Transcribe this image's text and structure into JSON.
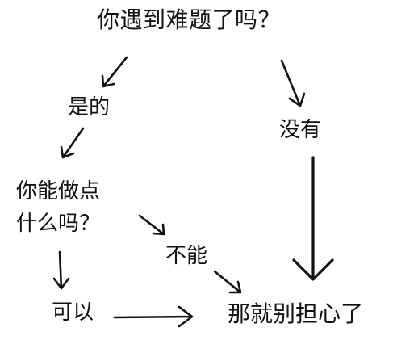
{
  "flowchart": {
    "root_question": "你遇到难题了吗？",
    "branch_yes": "是的",
    "branch_no": "没有",
    "question_can_line1": "你能做点",
    "question_can_line2": "什么吗？",
    "branch_cannot": "不能",
    "branch_can": "可以",
    "conclusion": "那就别担心了"
  },
  "colors": {
    "text": "#111111",
    "background": "#ffffff",
    "arrow": "#111111"
  }
}
